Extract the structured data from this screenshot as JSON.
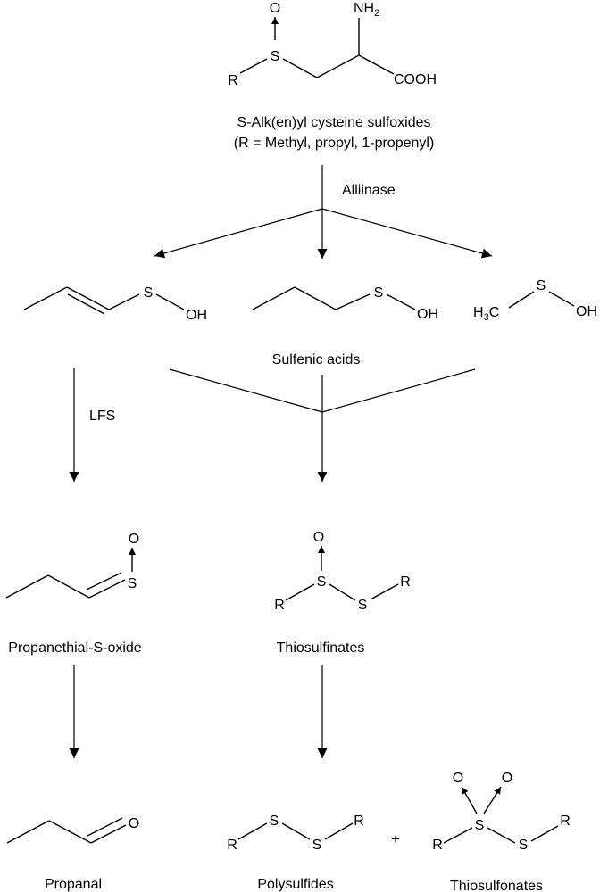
{
  "reactant": {
    "name_line1": "S-Alk(en)yl cysteine sulfoxides",
    "name_line2": "(R = Methyl, propyl, 1-propenyl)",
    "atoms": {
      "o": "O",
      "s": "S",
      "r": "R",
      "nh2": "NH",
      "nh2_sub": "2",
      "cooh": "COOH"
    }
  },
  "enzyme_alliinase": "Alliinase",
  "enzyme_lfs": "LFS",
  "sulfenic": {
    "label": "Sulfenic acids",
    "atoms": {
      "s": "S",
      "oh": "OH",
      "h3c": "H",
      "h3c_sub": "3",
      "h3c_c": "C"
    }
  },
  "propanethial": {
    "label": "Propanethial-S-oxide",
    "atoms": {
      "o": "O",
      "s": "S"
    }
  },
  "thiosulfinates": {
    "label": "Thiosulfinates",
    "atoms": {
      "o": "O",
      "s": "S",
      "r": "R"
    }
  },
  "propanal": {
    "label": "Propanal",
    "atoms": {
      "o": "O"
    }
  },
  "polysulfides": {
    "label": "Polysulfides",
    "atoms": {
      "s": "S",
      "r": "R"
    }
  },
  "plus": "+",
  "thiosulfonates": {
    "label": "Thiosulfonates",
    "atoms": {
      "o": "O",
      "s": "S",
      "r": "R"
    }
  }
}
